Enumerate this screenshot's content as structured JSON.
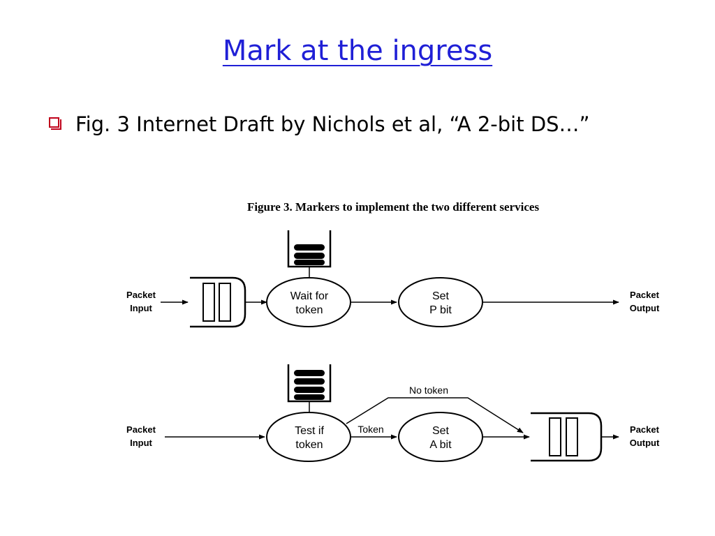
{
  "slide": {
    "title": "Mark at the ingress",
    "bullet": "Fig. 3 Internet Draft by Nichols et al, “A 2-bit DS…”"
  },
  "figure": {
    "caption": "Figure 3. Markers to implement the two different services",
    "top_row": {
      "input_line1": "Packet",
      "input_line2": "Input",
      "node1_line1": "Wait for",
      "node1_line2": "token",
      "node2_line1": "Set",
      "node2_line2": "P bit",
      "output_line1": "Packet",
      "output_line2": "Output"
    },
    "bottom_row": {
      "input_line1": "Packet",
      "input_line2": "Input",
      "node1_line1": "Test if",
      "node1_line2": "token",
      "edge_token": "Token",
      "edge_no_token": "No token",
      "node2_line1": "Set",
      "node2_line2": "A bit",
      "output_line1": "Packet",
      "output_line2": "Output"
    }
  },
  "colors": {
    "title": "#1f1fd6",
    "bullet_marker": "#c0001a"
  }
}
